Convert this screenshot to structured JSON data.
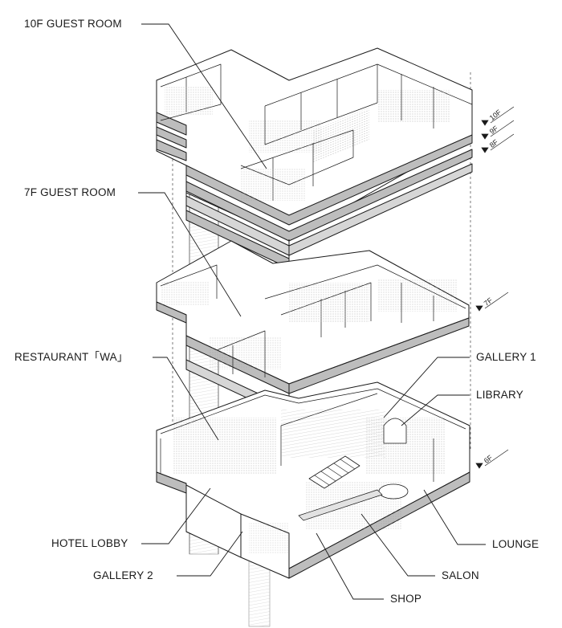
{
  "labels": {
    "guest_room_10f": "10F GUEST ROOM",
    "guest_room_7f": "7F GUEST ROOM",
    "restaurant": "RESTAURANT「WA」",
    "gallery_1": "GALLERY 1",
    "library": "LIBRARY",
    "lounge": "LOUNGE",
    "salon": "SALON",
    "shop": "SHOP",
    "hotel_lobby": "HOTEL LOBBY",
    "gallery_2": "GALLERY 2"
  },
  "levels": {
    "l10": "10F",
    "l9": "9F",
    "l8": "8F",
    "l7": "7F",
    "l6": "6F"
  },
  "colors": {
    "ink": "#1a1a1a",
    "slab_gray": "#bdbdbd",
    "hatch": "#8a8a8a"
  }
}
